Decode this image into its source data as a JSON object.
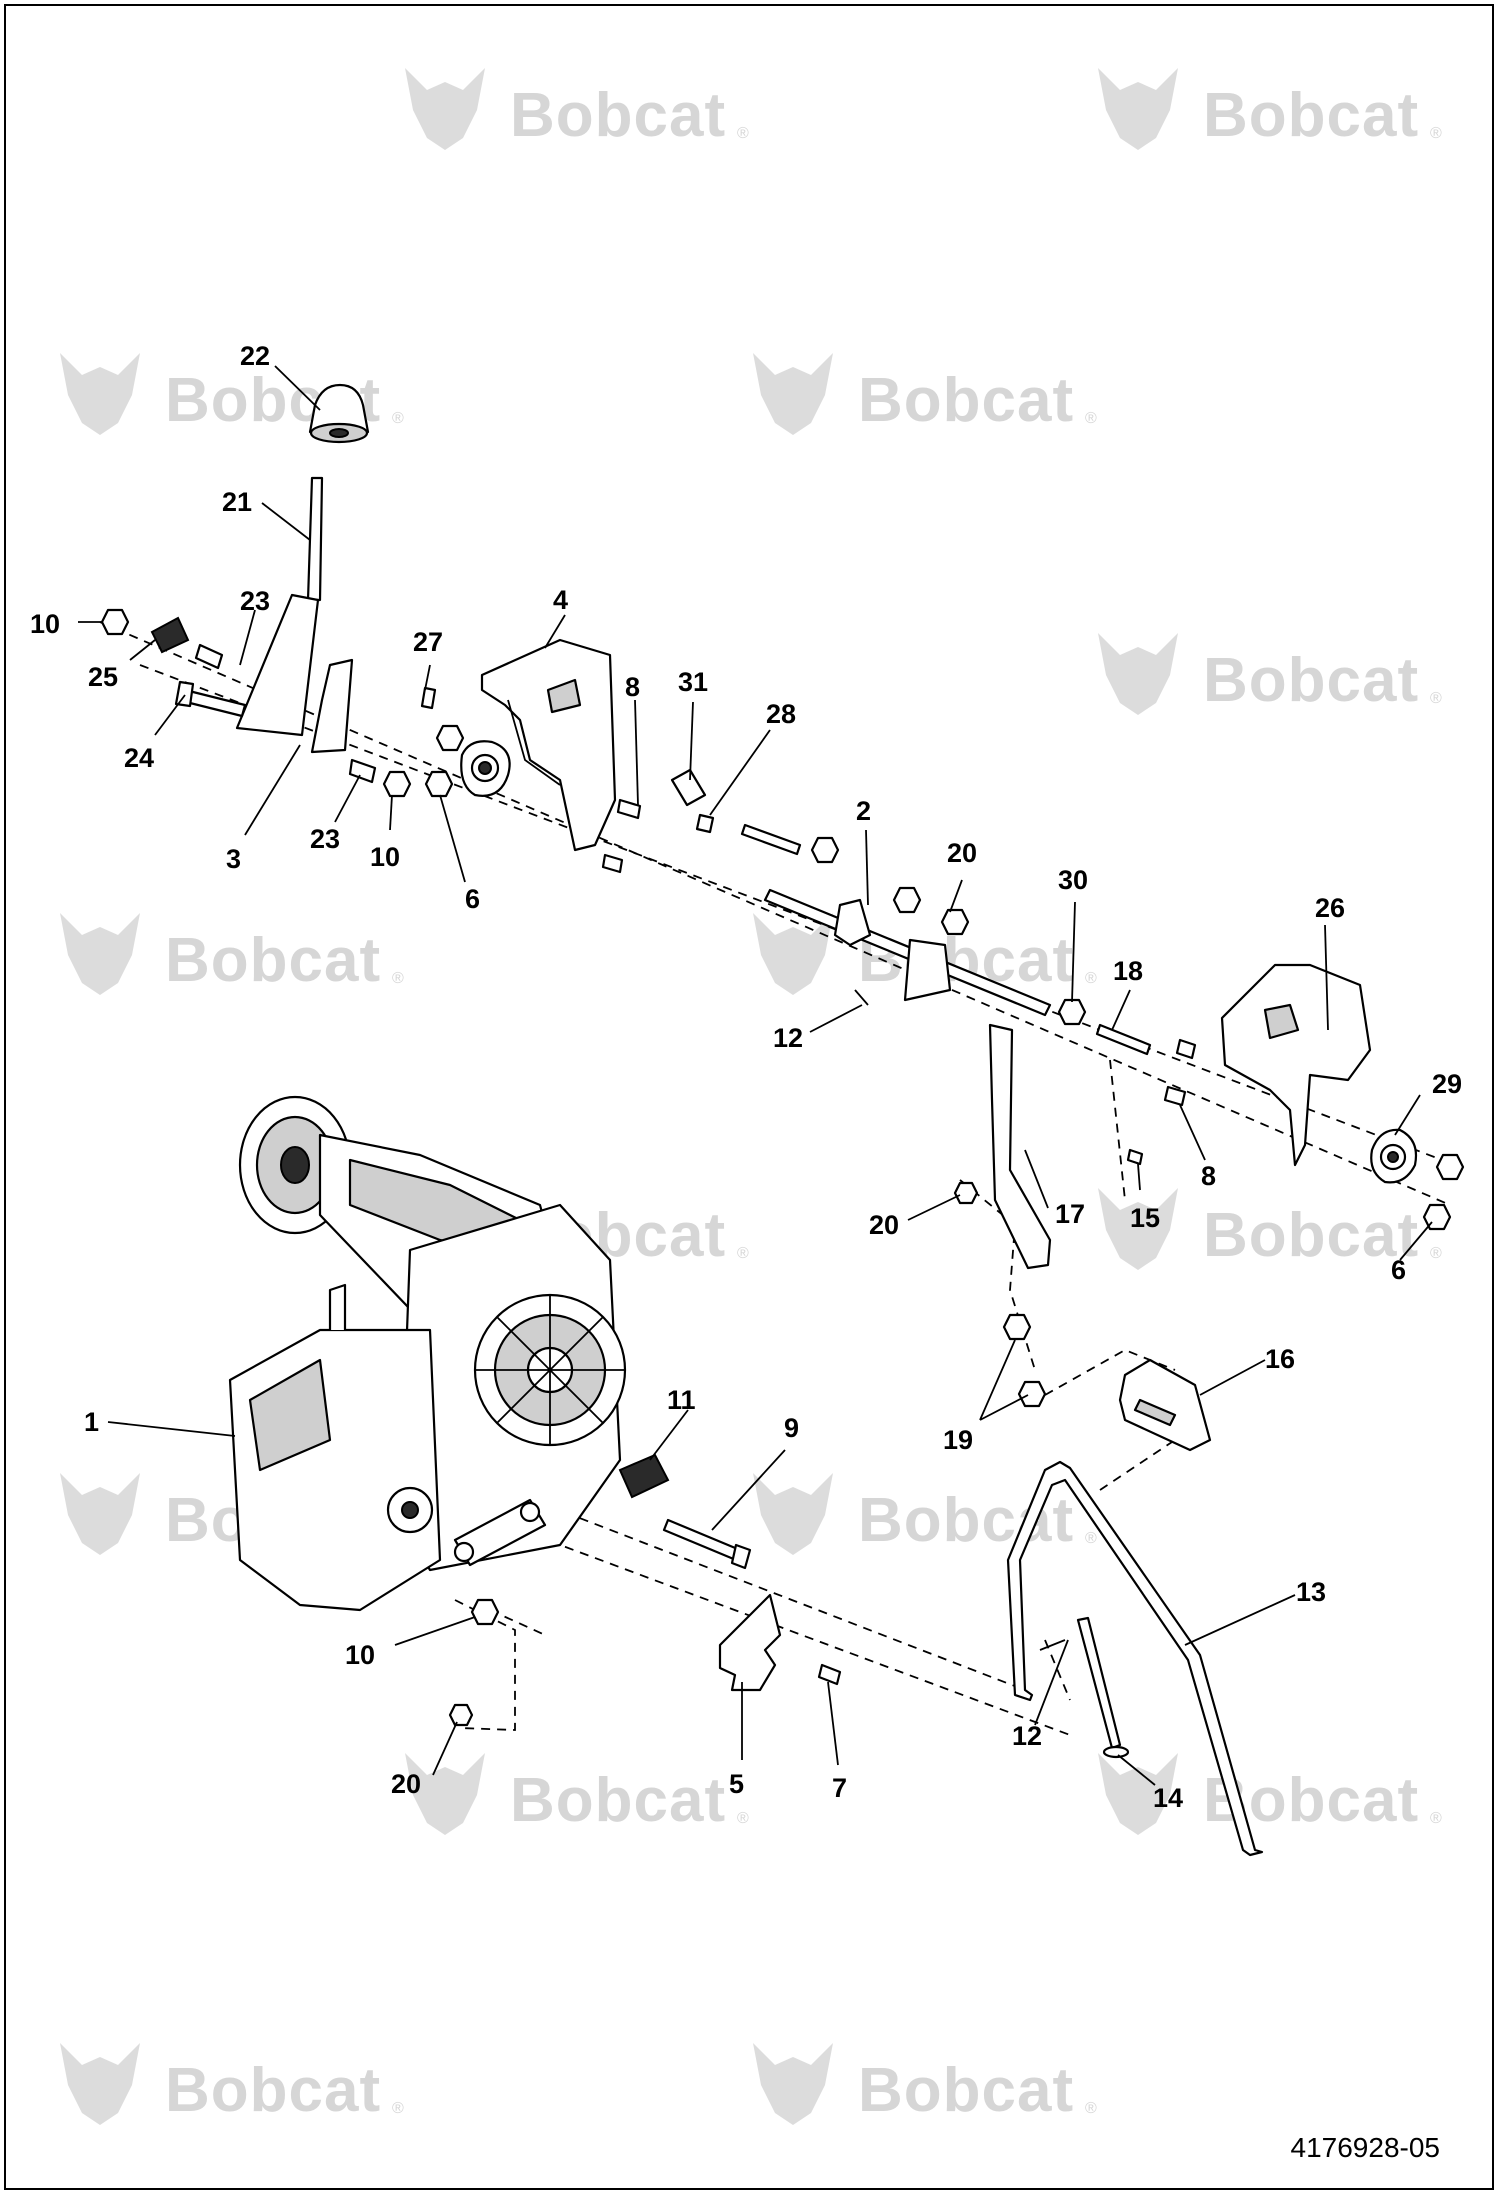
{
  "watermark": {
    "brand": "Bobcat",
    "mark": "®"
  },
  "document_number": "4176928-05",
  "callouts": [
    {
      "id": "22",
      "text": "22"
    },
    {
      "id": "21",
      "text": "21"
    },
    {
      "id": "10a",
      "text": "10"
    },
    {
      "id": "23a",
      "text": "23"
    },
    {
      "id": "25",
      "text": "25"
    },
    {
      "id": "24",
      "text": "24"
    },
    {
      "id": "27",
      "text": "27"
    },
    {
      "id": "4",
      "text": "4"
    },
    {
      "id": "8a",
      "text": "8"
    },
    {
      "id": "31",
      "text": "31"
    },
    {
      "id": "28",
      "text": "28"
    },
    {
      "id": "3",
      "text": "3"
    },
    {
      "id": "23b",
      "text": "23"
    },
    {
      "id": "10b",
      "text": "10"
    },
    {
      "id": "6a",
      "text": "6"
    },
    {
      "id": "2",
      "text": "2"
    },
    {
      "id": "20a",
      "text": "20"
    },
    {
      "id": "30",
      "text": "30"
    },
    {
      "id": "26",
      "text": "26"
    },
    {
      "id": "18",
      "text": "18"
    },
    {
      "id": "12a",
      "text": "12"
    },
    {
      "id": "29",
      "text": "29"
    },
    {
      "id": "8b",
      "text": "8"
    },
    {
      "id": "20b",
      "text": "20"
    },
    {
      "id": "17",
      "text": "17"
    },
    {
      "id": "15",
      "text": "15"
    },
    {
      "id": "6b",
      "text": "6"
    },
    {
      "id": "16",
      "text": "16"
    },
    {
      "id": "1",
      "text": "1"
    },
    {
      "id": "11",
      "text": "11"
    },
    {
      "id": "9",
      "text": "9"
    },
    {
      "id": "19",
      "text": "19"
    },
    {
      "id": "13",
      "text": "13"
    },
    {
      "id": "10c",
      "text": "10"
    },
    {
      "id": "12b",
      "text": "12"
    },
    {
      "id": "5",
      "text": "5"
    },
    {
      "id": "7",
      "text": "7"
    },
    {
      "id": "14",
      "text": "14"
    },
    {
      "id": "20c",
      "text": "20"
    }
  ]
}
